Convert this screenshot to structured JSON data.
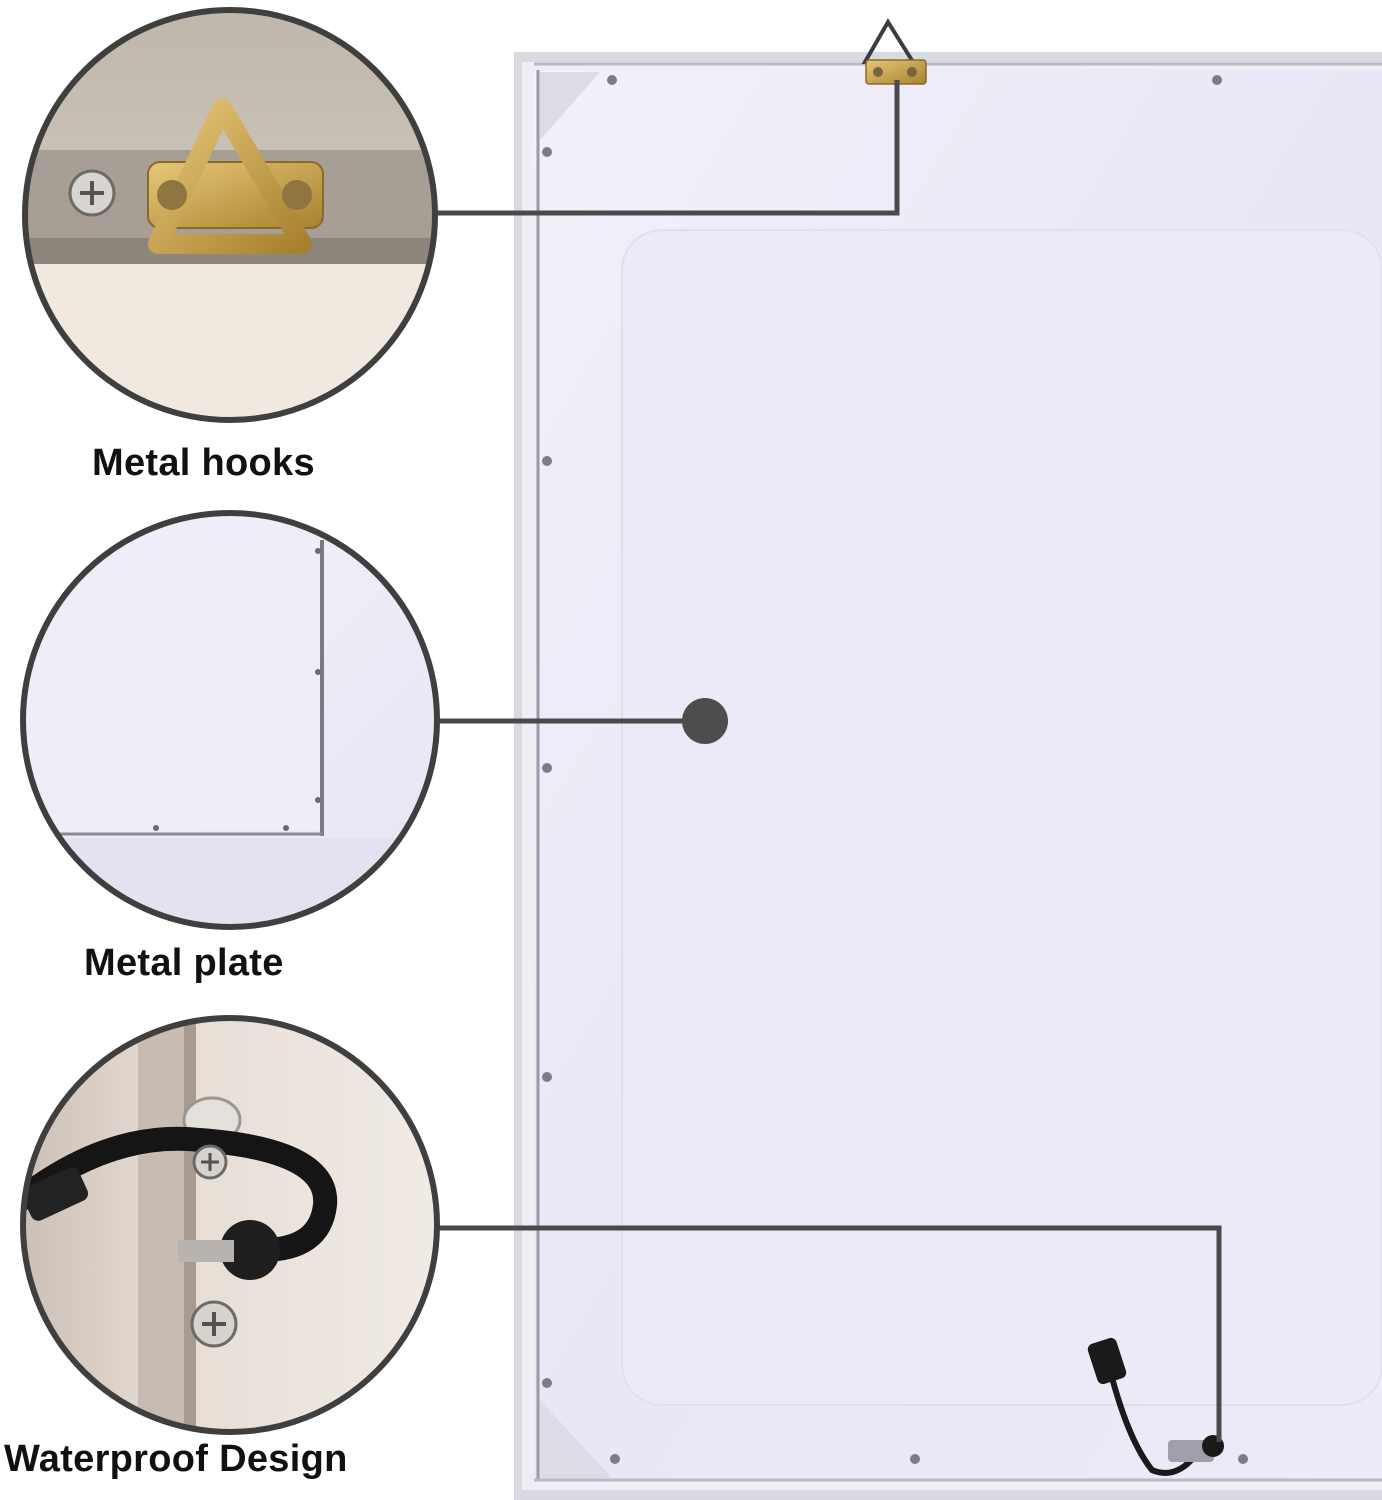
{
  "callouts": [
    {
      "id": "hooks",
      "label": "Metal hooks"
    },
    {
      "id": "plate",
      "label": "Metal plate"
    },
    {
      "id": "waterproof",
      "label": "Waterproof Design"
    }
  ],
  "colors": {
    "panel": "#e9e8f6",
    "frame": "#d6d6de",
    "leader": "#4a4a4a",
    "brass": "#c9a24a",
    "cable": "#1a1a1a"
  }
}
